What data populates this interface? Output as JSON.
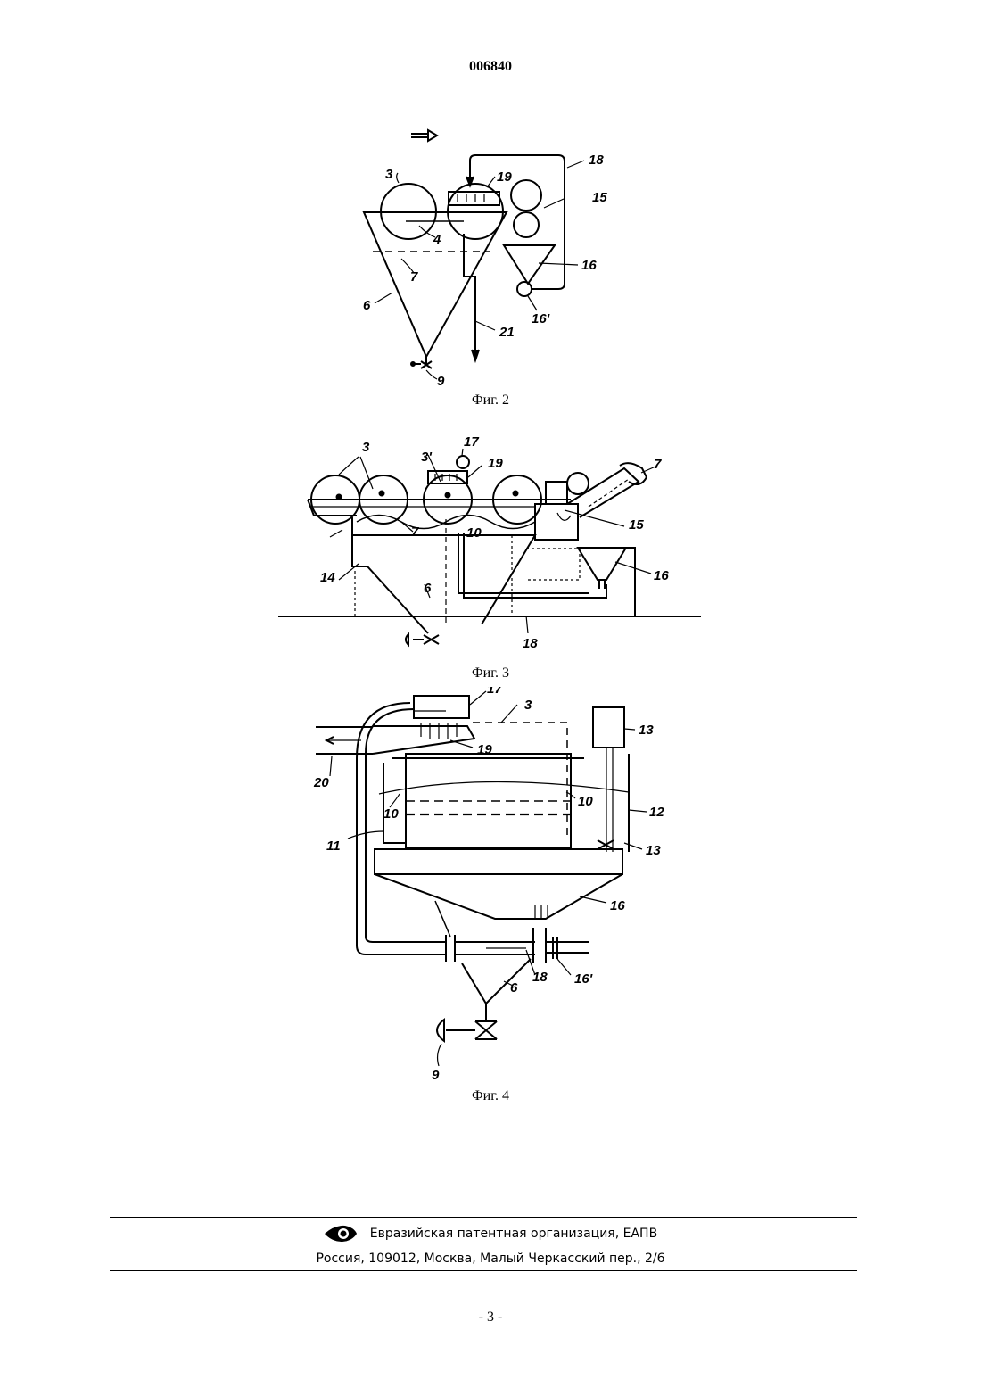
{
  "header": {
    "patent_number": "006840"
  },
  "figures": [
    {
      "caption": "Фиг. 2",
      "labels": [
        "3",
        "19",
        "18",
        "15",
        "4",
        "7",
        "16",
        "6",
        "16'",
        "21",
        "9"
      ]
    },
    {
      "caption": "Фиг. 3",
      "labels": [
        "3",
        "3'",
        "17",
        "19",
        "7",
        "7",
        "10",
        "15",
        "14",
        "6",
        "16",
        "18"
      ]
    },
    {
      "caption": "Фиг. 4",
      "labels": [
        "17",
        "3",
        "13",
        "19",
        "20",
        "10",
        "10",
        "12",
        "11",
        "13",
        "16",
        "18",
        "16'",
        "6",
        "9"
      ]
    }
  ],
  "footer": {
    "organization": "Евразийская патентная организация, ЕАПВ",
    "address": "Россия, 109012, Москва, Малый Черкасский пер., 2/6",
    "logo_icon": "eapo-eye-icon"
  },
  "page_number": "- 3 -"
}
